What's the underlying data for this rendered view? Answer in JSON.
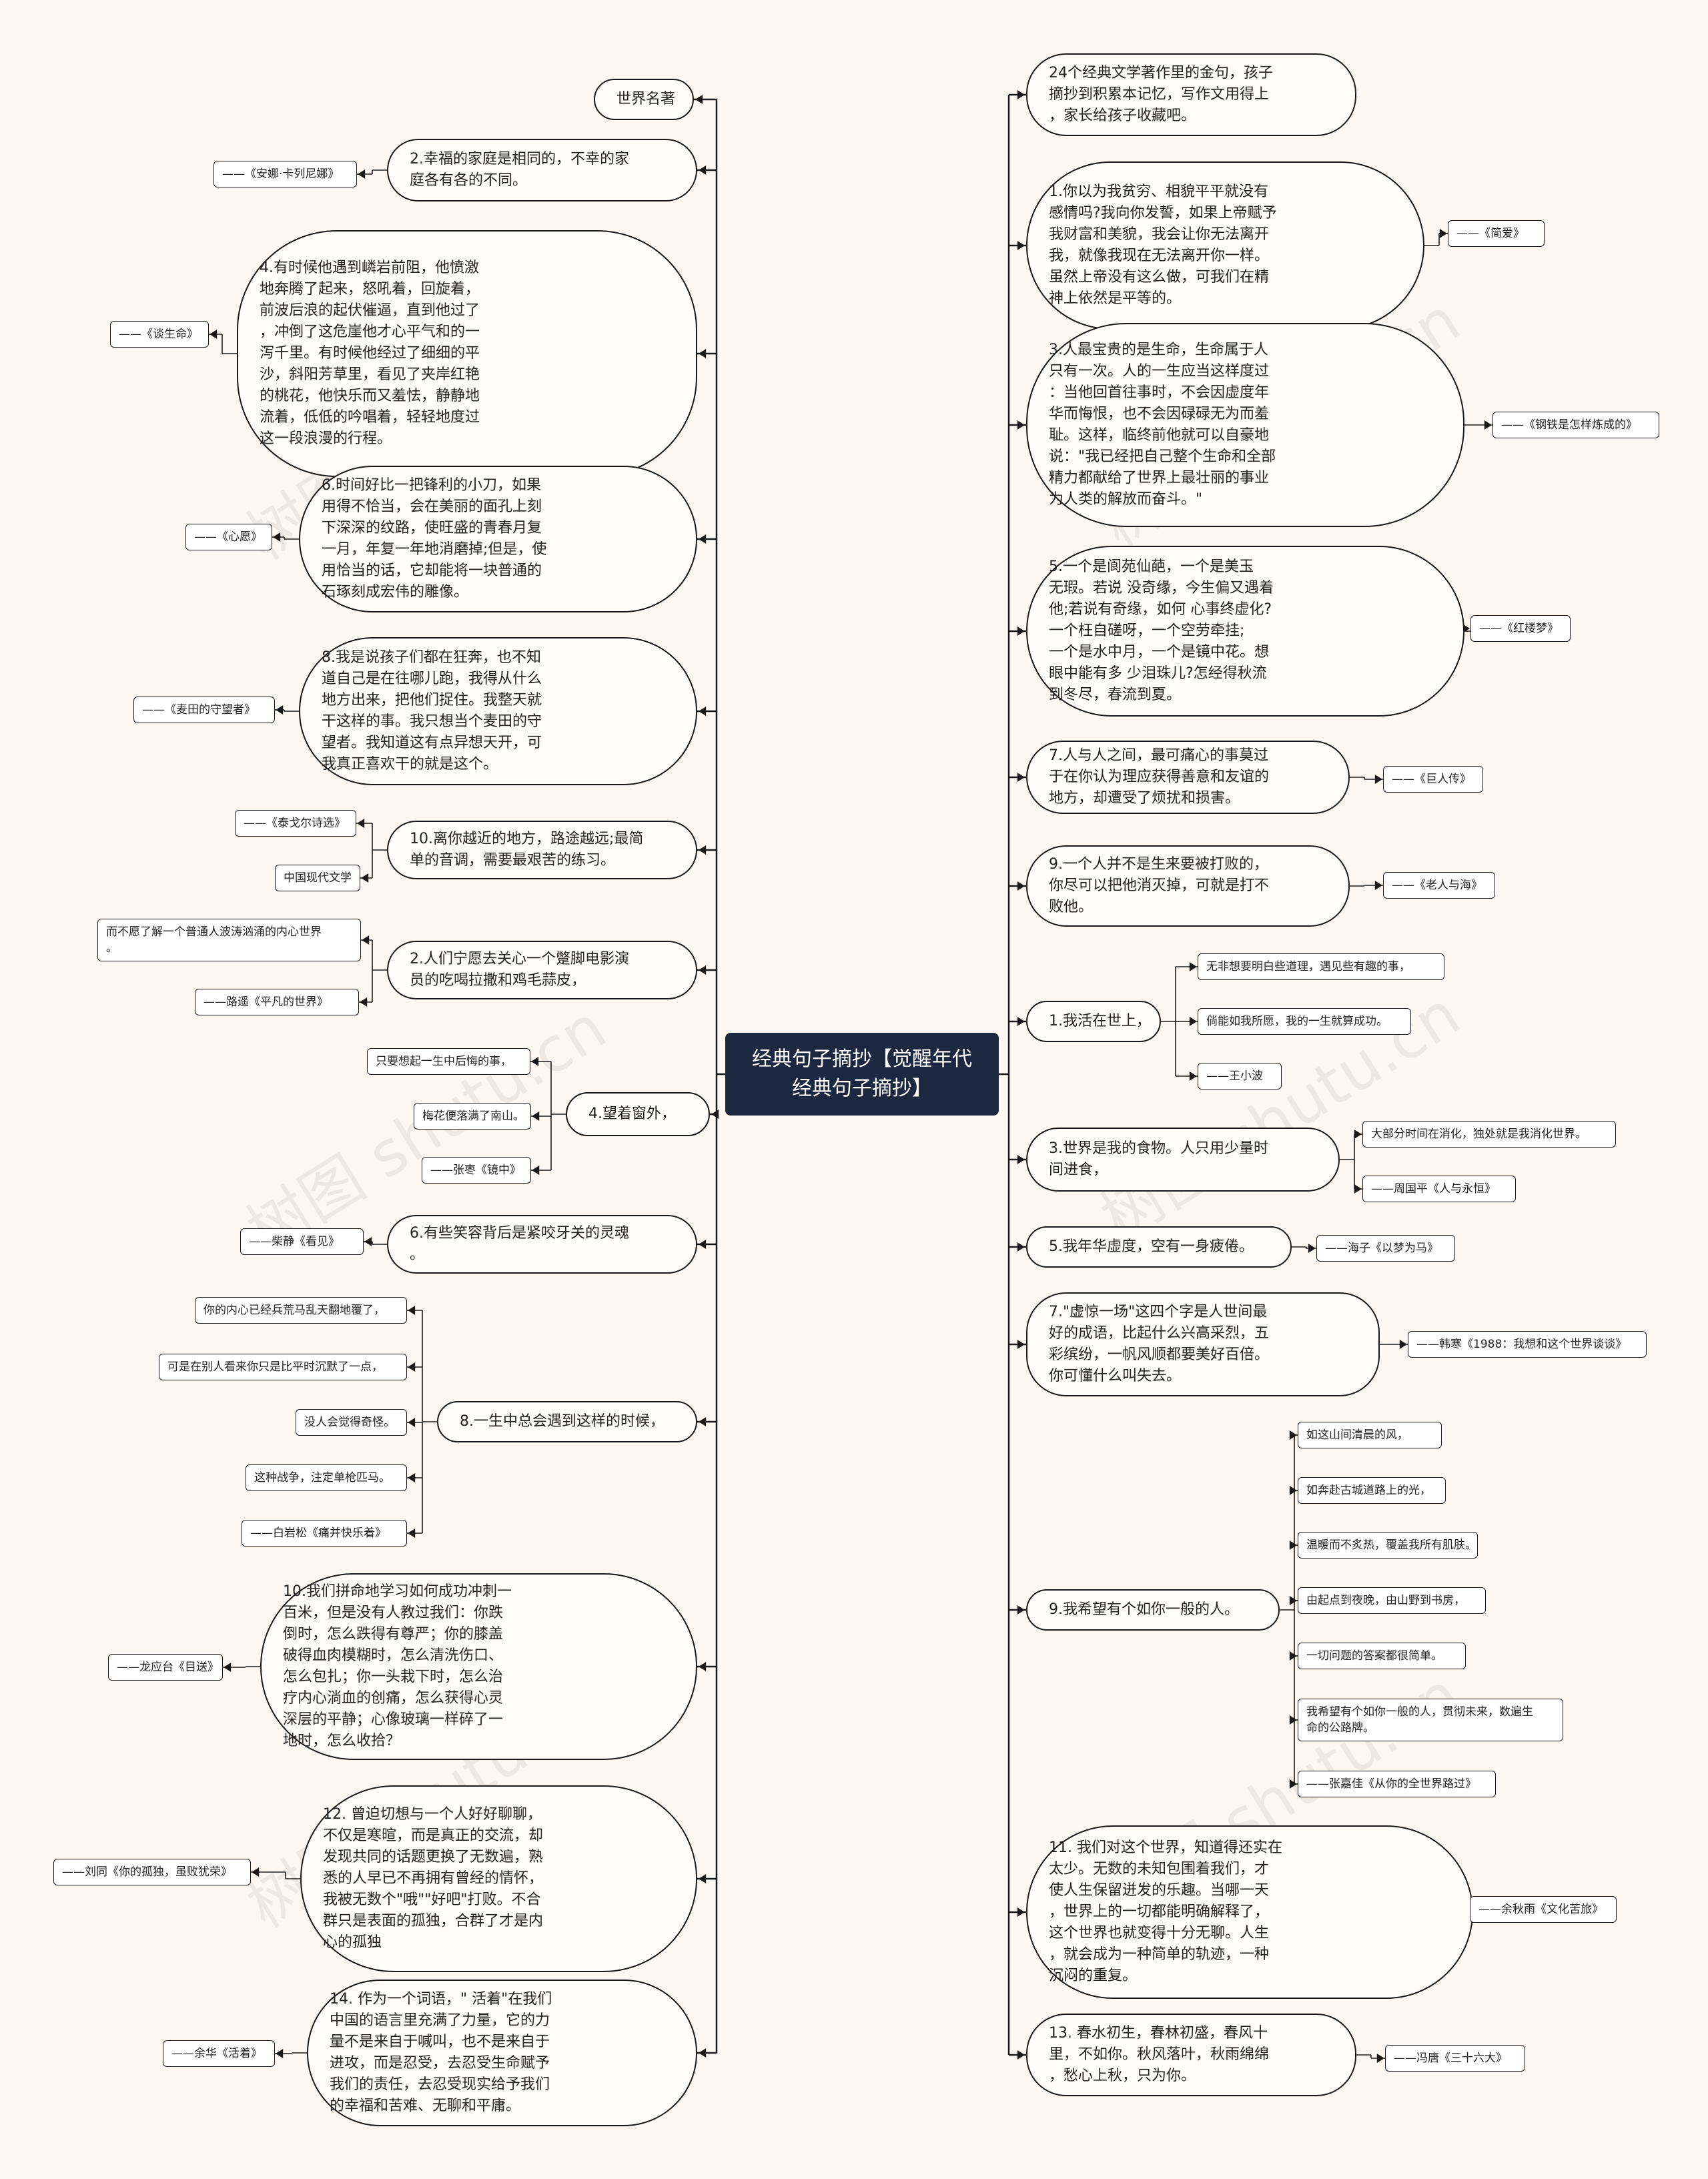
{
  "center": {
    "title": "经典句子摘抄【觉醒年代\n经典句子摘抄】"
  },
  "watermarks": [
    "树图 shutu.cn",
    "树图 shutu.cn",
    "树图 shutu.cn",
    "树图 shutu.cn",
    "树图 shutu.cn",
    "树图 shutu.cn"
  ],
  "left": [
    {
      "text": "世界名著",
      "notes": []
    },
    {
      "text": "2.幸福的家庭是相同的，不幸的家\n庭各有各的不同。",
      "notes": [
        "——《安娜·卡列尼娜》"
      ]
    },
    {
      "text": "4.有时候他遇到嶙岩前阻，他愤激\n地奔腾了起来，怒吼着，回旋着，\n前波后浪的起伏催逼，直到他过了\n，冲倒了这危崖他才心平气和的一\n泻千里。有时候他经过了细细的平\n沙，斜阳芳草里，看见了夹岸红艳\n的桃花，他快乐而又羞怯，静静地\n流着，低低的吟唱着，轻轻地度过\n这一段浪漫的行程。",
      "notes": [
        "——《谈生命》"
      ]
    },
    {
      "text": "6.时间好比一把锋利的小刀，如果\n用得不恰当，会在美丽的面孔上刻\n下深深的纹路，使旺盛的青春月复\n一月，年复一年地消磨掉;但是，使\n用恰当的话，它却能将一块普通的\n石琢刻成宏伟的雕像。",
      "notes": [
        "——《心愿》"
      ]
    },
    {
      "text": "8.我是说孩子们都在狂奔，也不知\n道自己是在往哪儿跑，我得从什么\n地方出来，把他们捉住。我整天就\n干这样的事。我只想当个麦田的守\n望者。我知道这有点异想天开，可\n我真正喜欢干的就是这个。",
      "notes": [
        "——《麦田的守望者》"
      ]
    },
    {
      "text": "10.离你越近的地方，路途越远;最简\n单的音调，需要最艰苦的练习。",
      "notes": [
        "——《泰戈尔诗选》",
        "中国现代文学"
      ]
    },
    {
      "text": "2.人们宁愿去关心一个蹩脚电影演\n员的吃喝拉撒和鸡毛蒜皮，",
      "notes": [
        "而不愿了解一个普通人波涛汹涌的内心世界\n。",
        "——路遥《平凡的世界》"
      ]
    },
    {
      "text": "4.望着窗外，",
      "notes": [
        "只要想起一生中后悔的事，",
        "梅花便落满了南山。",
        "——张枣《镜中》"
      ]
    },
    {
      "text": "6.有些笑容背后是紧咬牙关的灵魂\n。",
      "notes": [
        "——柴静《看见》"
      ]
    },
    {
      "text": "8.一生中总会遇到这样的时候，",
      "notes": [
        "你的内心已经兵荒马乱天翻地覆了，",
        "可是在别人看来你只是比平时沉默了一点，",
        "没人会觉得奇怪。",
        "这种战争，注定单枪匹马。",
        "——白岩松《痛并快乐着》"
      ]
    },
    {
      "text": "10.我们拼命地学习如何成功冲刺一\n百米，但是没有人教过我们：你跌\n倒时，怎么跌得有尊严；你的膝盖\n破得血肉模糊时，怎么清洗伤口、\n怎么包扎；你一头栽下时，怎么治\n疗内心淌血的创痛，怎么获得心灵\n深层的平静；心像玻璃一样碎了一\n地时，怎么收拾？",
      "notes": [
        "——龙应台《目送》"
      ]
    },
    {
      "text": "12. 曾迫切想与一个人好好聊聊，\n不仅是寒暄，而是真正的交流，却\n发现共同的话题更换了无数遍，熟\n悉的人早已不再拥有曾经的情怀，\n我被无数个\"哦\"\"好吧\"打败。不合\n群只是表面的孤独，合群了才是内\n心的孤独",
      "notes": [
        "——刘同《你的孤独，虽败犹荣》"
      ]
    },
    {
      "text": "14. 作为一个词语，\" 活着\"在我们\n中国的语言里充满了力量，它的力\n量不是来自于喊叫，也不是来自于\n进攻，而是忍受，去忍受生命赋予\n我们的责任，去忍受现实给予我们\n的幸福和苦难、无聊和平庸。",
      "notes": [
        "——余华《活着》"
      ]
    }
  ],
  "right": [
    {
      "text": "24个经典文学著作里的金句，孩子\n摘抄到积累本记忆，写作文用得上\n，家长给孩子收藏吧。",
      "notes": []
    },
    {
      "text": "1.你以为我贫穷、相貌平平就没有\n感情吗?我向你发誓，如果上帝赋予\n我财富和美貌，我会让你无法离开\n我，就像我现在无法离开你一样。\n虽然上帝没有这么做，可我们在精\n神上依然是平等的。",
      "notes": [
        "——《简爱》"
      ]
    },
    {
      "text": "3.人最宝贵的是生命，生命属于人\n只有一次。人的一生应当这样度过\n：当他回首往事时，不会因虚度年\n华而悔恨，也不会因碌碌无为而羞\n耻。这样，临终前他就可以自豪地\n说：\"我已经把自己整个生命和全部\n精力都献给了世界上最壮丽的事业\n为人类的解放而奋斗。\"",
      "notes": [
        "——《钢铁是怎样炼成的》"
      ]
    },
    {
      "text": "5.一个是阆苑仙葩，一个是美玉\n无瑕。若说 没奇缘，今生偏又遇着\n他;若说有奇缘，如何 心事终虚化?\n一个枉自磋呀，一个空劳牵挂;\n一个是水中月，一个是镜中花。想\n眼中能有多 少泪珠儿?怎经得秋流\n到冬尽，春流到夏。",
      "notes": [
        "——《红楼梦》"
      ]
    },
    {
      "text": "7.人与人之间，最可痛心的事莫过\n于在你认为理应获得善意和友谊的\n地方，却遭受了烦扰和损害。",
      "notes": [
        "——《巨人传》"
      ]
    },
    {
      "text": "9.一个人并不是生来要被打败的，\n你尽可以把他消灭掉，可就是打不\n败他。",
      "notes": [
        "——《老人与海》"
      ]
    },
    {
      "text": "1.我活在世上，",
      "notes": [
        "无非想要明白些道理，遇见些有趣的事，",
        "倘能如我所愿，我的一生就算成功。",
        "——王小波"
      ]
    },
    {
      "text": "3.世界是我的食物。人只用少量时\n间进食，",
      "notes": [
        "大部分时间在消化，独处就是我消化世界。",
        "——周国平《人与永恒》"
      ]
    },
    {
      "text": "5.我年华虚度，空有一身疲倦。",
      "notes": [
        "——海子《以梦为马》"
      ]
    },
    {
      "text": "7.\"虚惊一场\"这四个字是人世间最\n好的成语，比起什么兴高采烈，五\n彩缤纷，一帆风顺都要美好百倍。\n你可懂什么叫失去。",
      "notes": [
        "——韩寒《1988：我想和这个世界谈谈》"
      ]
    },
    {
      "text": "9.我希望有个如你一般的人。",
      "notes": [
        "如这山间清晨的风，",
        "如奔赴古城道路上的光，",
        "温暖而不炙热，覆盖我所有肌肤。",
        "由起点到夜晚，由山野到书房，",
        "一切问题的答案都很简单。",
        "我希望有个如你一般的人，贯彻未来，数遍生\n命的公路牌。",
        "——张嘉佳《从你的全世界路过》"
      ]
    },
    {
      "text": "11. 我们对这个世界，知道得还实在\n太少。无数的未知包围着我们，才\n使人生保留迸发的乐趣。当哪一天\n，世界上的一切都能明确解释了，\n这个世界也就变得十分无聊。人生\n，就会成为一种简单的轨迹，一种\n沉闷的重复。",
      "notes": [
        "——余秋雨《文化苦旅》"
      ]
    },
    {
      "text": "13. 春水初生，春林初盛，春风十\n里，不如你。秋风落叶，秋雨绵绵\n，愁心上秋，只为你。",
      "notes": [
        "——冯唐《三十六大》"
      ]
    }
  ]
}
